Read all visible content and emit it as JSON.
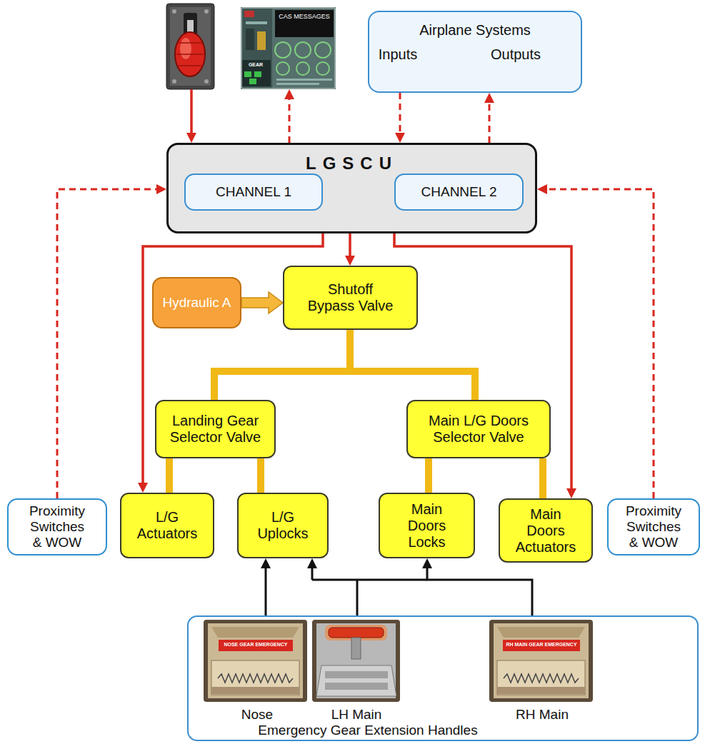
{
  "diagram": {
    "nodes": [
      {
        "text": [
          "CAS MESSAGES"
        ]
      },
      {
        "text": [
          "Airplane Systems",
          "Inputs",
          "Outputs"
        ]
      },
      {
        "text": [
          "LGSCU"
        ]
      },
      {
        "text": [
          "CHANNEL 1"
        ],
        "in": 2
      },
      {
        "text": [
          "CHANNEL 2"
        ],
        "in": 2
      },
      {
        "text": [
          "Hydraulic A"
        ]
      },
      {
        "text": [
          "Shutoff Bypass Valve"
        ]
      },
      {
        "text": [
          "Landing Gear Selector Valve"
        ]
      },
      {
        "text": [
          "Main L/G Doors Selector Valve"
        ]
      },
      {
        "text": [
          "Proximity Switches & WOW"
        ]
      },
      {
        "text": [
          "L/G Actuators"
        ]
      },
      {
        "text": [
          "L/G Uplocks"
        ]
      },
      {
        "text": [
          "Main Doors Locks"
        ]
      },
      {
        "text": [
          "Main Doors Actuators"
        ]
      },
      {
        "text": [
          "Proximity Switches & WOW"
        ]
      },
      {
        "text": [
          "Nose",
          "LH Main",
          "RH Main",
          "Emergency Gear Extension Handles"
        ]
      }
    ],
    "edges": [
      {
        "from": 2,
        "to": 0,
        "arrow": "to"
      },
      {
        "from": 1,
        "to": 2,
        "arrow": "to"
      },
      {
        "from": 2,
        "to": 1,
        "arrow": "to"
      },
      {
        "from": 3,
        "to": 4,
        "arrow": "both"
      },
      {
        "from": 2,
        "to": 6,
        "arrow": "to"
      },
      {
        "from": 2,
        "to": 10,
        "arrow": "to"
      },
      {
        "from": 2,
        "to": 13,
        "arrow": "to"
      },
      {
        "from": 5,
        "to": 6,
        "arrow": "to"
      },
      {
        "from": 6,
        "to": 7,
        "arrow": "none"
      },
      {
        "from": 6,
        "to": 8,
        "arrow": "none"
      },
      {
        "from": 7,
        "to": 10,
        "arrow": "none"
      },
      {
        "from": 7,
        "to": 11,
        "arrow": "none"
      },
      {
        "from": 8,
        "to": 12,
        "arrow": "none"
      },
      {
        "from": 8,
        "to": 13,
        "arrow": "none"
      },
      {
        "from": 9,
        "to": 2,
        "arrow": "to"
      },
      {
        "from": 14,
        "to": 2,
        "arrow": "to"
      },
      {
        "from": 15,
        "to": 11,
        "arrow": "to"
      },
      {
        "from": 15,
        "to": 12,
        "arrow": "to"
      }
    ],
    "labels": [
      "GEAR",
      "NOSE GEAR EMERGENCY",
      "RH MAIN GEAR EMERGENCY"
    ]
  }
}
